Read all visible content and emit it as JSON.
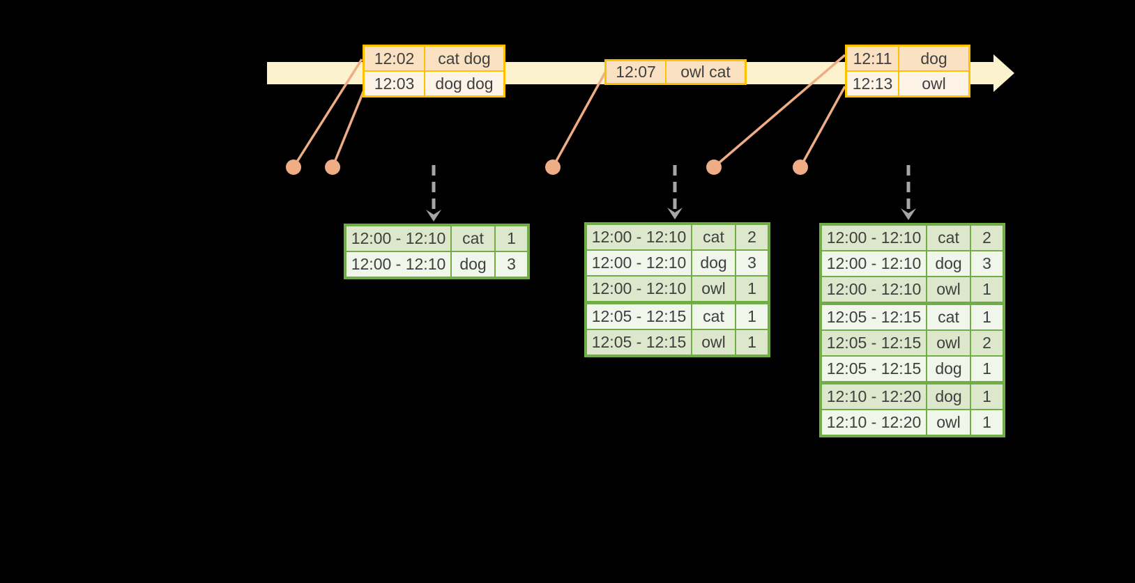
{
  "colors": {
    "background": "#000000",
    "timeline_fill": "#fcf2cd",
    "event_border": "#ffc000",
    "event_row_dark": "#fae1c2",
    "event_row_light": "#fdf4e7",
    "connector": "#efad85",
    "result_border": "#70ad47",
    "result_row_dark": "#dce7cc",
    "result_row_light": "#f1f6eb",
    "trigger_arrow": "#a6a6a6",
    "text": "#3f3f3f"
  },
  "event_batches": [
    {
      "rows": [
        {
          "time": "12:02",
          "words": "cat dog"
        },
        {
          "time": "12:03",
          "words": "dog dog"
        }
      ]
    },
    {
      "rows": [
        {
          "time": "12:07",
          "words": "owl cat"
        }
      ]
    },
    {
      "rows": [
        {
          "time": "12:11",
          "words": "dog"
        },
        {
          "time": "12:13",
          "words": "owl"
        }
      ]
    }
  ],
  "result_tables": [
    {
      "group_starts": [],
      "rows": [
        {
          "window": "12:00 - 12:10",
          "word": "cat",
          "count": "1"
        },
        {
          "window": "12:00 - 12:10",
          "word": "dog",
          "count": "3"
        }
      ]
    },
    {
      "group_starts": [
        3
      ],
      "rows": [
        {
          "window": "12:00 - 12:10",
          "word": "cat",
          "count": "2"
        },
        {
          "window": "12:00 - 12:10",
          "word": "dog",
          "count": "3"
        },
        {
          "window": "12:00 - 12:10",
          "word": "owl",
          "count": "1"
        },
        {
          "window": "12:05 - 12:15",
          "word": "cat",
          "count": "1"
        },
        {
          "window": "12:05 - 12:15",
          "word": "owl",
          "count": "1"
        }
      ]
    },
    {
      "group_starts": [
        3,
        6
      ],
      "rows": [
        {
          "window": "12:00 - 12:10",
          "word": "cat",
          "count": "2"
        },
        {
          "window": "12:00 - 12:10",
          "word": "dog",
          "count": "3"
        },
        {
          "window": "12:00 - 12:10",
          "word": "owl",
          "count": "1"
        },
        {
          "window": "12:05 - 12:15",
          "word": "cat",
          "count": "1"
        },
        {
          "window": "12:05 - 12:15",
          "word": "owl",
          "count": "2"
        },
        {
          "window": "12:05 - 12:15",
          "word": "dog",
          "count": "1"
        },
        {
          "window": "12:10 - 12:20",
          "word": "dog",
          "count": "1"
        },
        {
          "window": "12:10 - 12:20",
          "word": "owl",
          "count": "1"
        }
      ]
    }
  ]
}
